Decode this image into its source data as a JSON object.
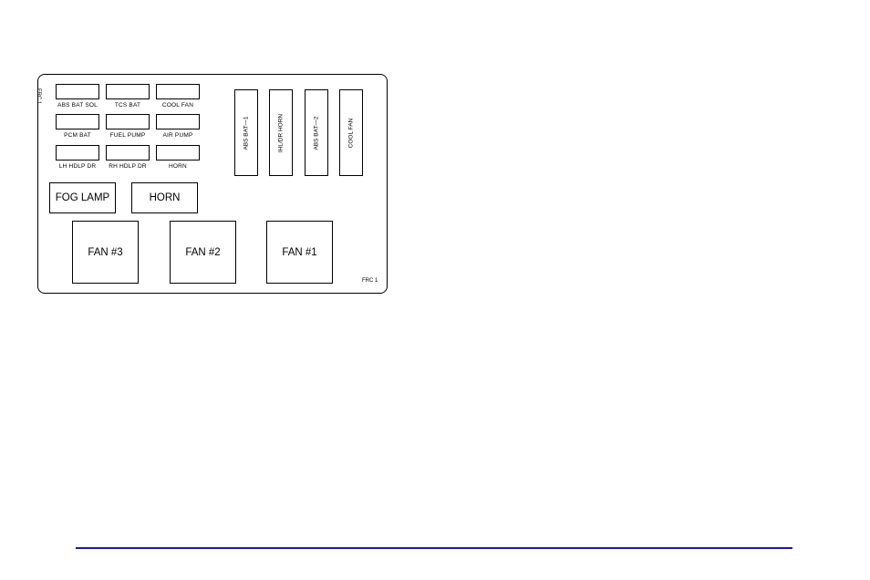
{
  "diagram": {
    "code_left": "FRC 1",
    "code_right": "FRC 1",
    "mini_fuses": [
      {
        "label": "ABS BAT SOL"
      },
      {
        "label": "TCS BAT"
      },
      {
        "label": "COOL FAN"
      },
      {
        "label": "PCM BAT"
      },
      {
        "label": "FUEL PUMP"
      },
      {
        "label": "AIR PUMP"
      },
      {
        "label": "LH HDLP DR"
      },
      {
        "label": "RH HDLP DR"
      },
      {
        "label": "HORN"
      }
    ],
    "maxi_fuses": [
      {
        "label": "ABS BAT—1"
      },
      {
        "label": "IHL/DR HORN"
      },
      {
        "label": "ABS BAT—2"
      },
      {
        "label": "COOL FAN"
      }
    ],
    "relays_small": [
      {
        "label": "FOG LAMP"
      },
      {
        "label": "HORN"
      }
    ],
    "relays_large": [
      {
        "label": "FAN #3"
      },
      {
        "label": "FAN #2"
      },
      {
        "label": "FAN #1"
      }
    ]
  },
  "colors": {
    "line": "#000000",
    "footer_rule": "#1a1aa6"
  }
}
